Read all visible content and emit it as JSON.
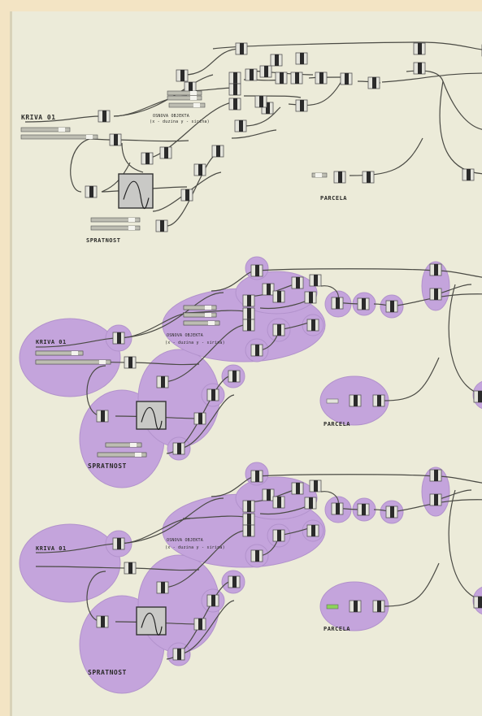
{
  "panels": [
    {
      "id": "plain",
      "labels": {
        "kriva": "KRIVA 01",
        "osnova_line1": "OSNOVA OBJEKTA",
        "osnova_line2": "(x - duzina y - sirina)",
        "parcela": "PARCELA",
        "spratnost": "SPRATNOST"
      }
    },
    {
      "id": "highlighted-1",
      "labels": {
        "kriva": "KRIVA 01",
        "osnova_line1": "OSNOVA OBJEKTA",
        "osnova_line2": "(x - duzina y - sirina)",
        "parcela": "PARCELA",
        "spratnost": "SPRATNOST"
      }
    },
    {
      "id": "highlighted-2",
      "labels": {
        "kriva": "KRIVA 01",
        "osnova_line1": "OSNOVA OBJEKTA",
        "osnova_line2": "(x - duzina y - sirina)",
        "parcela": "PARCELA",
        "spratnost": "SPRATNOST"
      }
    }
  ],
  "colors": {
    "canvas": "#ecebd9",
    "frame": "#f3e4c4",
    "wire": "#4a4a44",
    "node_dark": "#2b2b2b",
    "node_light": "#e4e4dc",
    "highlight": "#c4a4dc",
    "active_input": "#8bd35a"
  }
}
